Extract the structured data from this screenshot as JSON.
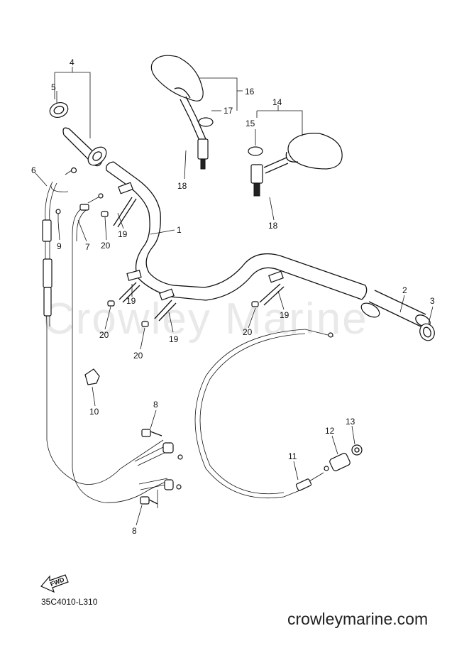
{
  "watermark": "Crowley Marine",
  "diagram_code": "35C4010-L310",
  "website": "crowleymarine.com",
  "fwd_label": "FWD",
  "callouts": [
    {
      "id": "c1",
      "text": "1"
    },
    {
      "id": "c2",
      "text": "2"
    },
    {
      "id": "c3",
      "text": "3"
    },
    {
      "id": "c4",
      "text": "4"
    },
    {
      "id": "c5",
      "text": "5"
    },
    {
      "id": "c6",
      "text": "6"
    },
    {
      "id": "c7",
      "text": "7"
    },
    {
      "id": "c8a",
      "text": "8"
    },
    {
      "id": "c8b",
      "text": "8"
    },
    {
      "id": "c9",
      "text": "9"
    },
    {
      "id": "c10",
      "text": "10"
    },
    {
      "id": "c11",
      "text": "11"
    },
    {
      "id": "c12",
      "text": "12"
    },
    {
      "id": "c13",
      "text": "13"
    },
    {
      "id": "c14",
      "text": "14"
    },
    {
      "id": "c15",
      "text": "15"
    },
    {
      "id": "c16",
      "text": "16"
    },
    {
      "id": "c17",
      "text": "17"
    },
    {
      "id": "c18a",
      "text": "18"
    },
    {
      "id": "c18b",
      "text": "18"
    },
    {
      "id": "c19a",
      "text": "19"
    },
    {
      "id": "c19b",
      "text": "19"
    },
    {
      "id": "c19c",
      "text": "19"
    },
    {
      "id": "c19d",
      "text": "19"
    },
    {
      "id": "c20a",
      "text": "20"
    },
    {
      "id": "c20b",
      "text": "20"
    },
    {
      "id": "c20c",
      "text": "20"
    },
    {
      "id": "c20d",
      "text": "20"
    }
  ]
}
